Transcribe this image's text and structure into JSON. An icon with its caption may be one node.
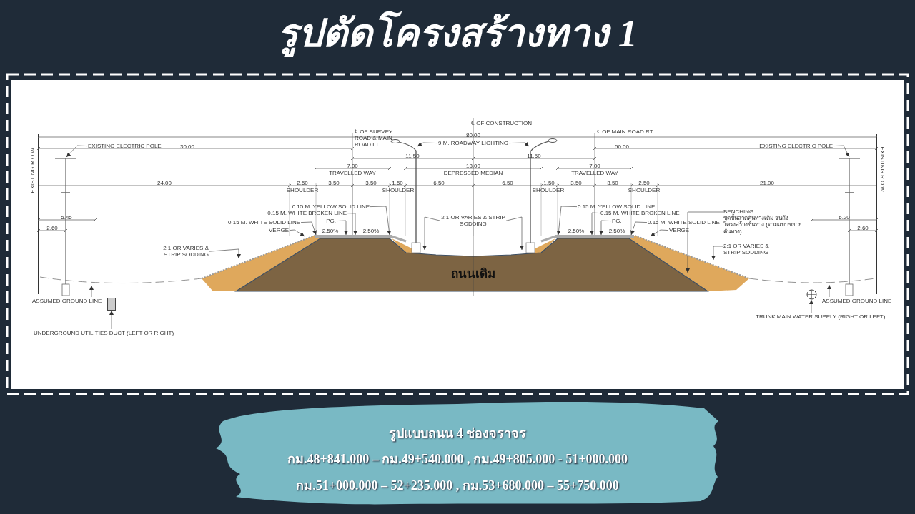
{
  "diagram": {
    "title": "รูปตัดโครงสร้างทาง 1",
    "nodes": [
      {
        "text": [
          "EXISTING ELECTRIC POLE"
        ]
      },
      {
        "text": [
          "9 M. ROADWAY LIGHTING"
        ]
      },
      {
        "text": [
          "EXISTING ELECTRIC POLE"
        ]
      },
      {
        "text": [
          "0.15 M. YELLOW SOLID LINE"
        ]
      },
      {
        "text": [
          "0.15 M. WHITE BROKEN LINE"
        ]
      },
      {
        "text": [
          "PG."
        ]
      },
      {
        "text": [
          "0.15 M. WHITE SOLID LINE"
        ]
      },
      {
        "text": [
          "VERGE"
        ]
      },
      {
        "text": [
          "2:1 OR VARIES & STRIP SODDING"
        ]
      },
      {
        "text": [
          "2:1 OR VARIES & STRIP SODDING"
        ]
      },
      {
        "text": [
          "0.15 M. YELLOW SOLID LINE"
        ]
      },
      {
        "text": [
          "0.15 M. WHITE BROKEN LINE"
        ]
      },
      {
        "text": [
          "PG."
        ]
      },
      {
        "text": [
          "0.15 M. WHITE SOLID LINE"
        ]
      },
      {
        "text": [
          "VERGE"
        ]
      },
      {
        "text": [
          "BENCHING",
          "ขุดขั้นลาดคันทางเดิม จนถึงโครงสร้างชั้นทาง (ตามแบบขยายคันทาง)"
        ]
      },
      {
        "text": [
          "2:1 OR VARIES & STRIP SODDING"
        ]
      },
      {
        "text": [
          "ASSUMED GROUND LINE"
        ]
      },
      {
        "text": [
          "UNDERGROUND UTILITIES DUCT (LEFT OR RIGHT)"
        ]
      },
      {
        "text": [
          "ASSUMED GROUND LINE"
        ]
      },
      {
        "text": [
          "TRUNK MAIN WATER SUPPLY (RIGHT OR LEFT)"
        ]
      },
      {
        "text": [],
        "shape": "picture"
      },
      {
        "text": [],
        "shape": "picture"
      },
      {
        "text": [],
        "shape": "bar",
        "beside": [
          "2.50%",
          "2.50%"
        ]
      },
      {
        "text": [],
        "shape": "bar",
        "beside": [
          "2.50%",
          "2.50%"
        ]
      },
      {
        "text": [],
        "shape": "box"
      },
      {
        "text": [],
        "shape": "circle"
      }
    ],
    "edges": [
      {
        "from": 0,
        "to": null,
        "arrow": "to"
      },
      {
        "from": 1,
        "to": 21,
        "arrow": "to"
      },
      {
        "from": 1,
        "to": 22,
        "arrow": "to"
      },
      {
        "from": 2,
        "to": null,
        "arrow": "to"
      },
      {
        "from": 3,
        "to": 23,
        "arrow": "to"
      },
      {
        "from": 4,
        "to": 23,
        "arrow": "to"
      },
      {
        "from": 5,
        "to": 23,
        "arrow": "to"
      },
      {
        "from": 6,
        "to": 23,
        "arrow": "to"
      },
      {
        "from": 7,
        "to": null,
        "arrow": "to"
      },
      {
        "from": 8,
        "to": null,
        "arrow": "to"
      },
      {
        "from": 9,
        "to": null,
        "arrow": "to"
      },
      {
        "from": 9,
        "to": null,
        "arrow": "to"
      },
      {
        "from": 10,
        "to": 24,
        "arrow": "to"
      },
      {
        "from": 11,
        "to": 24,
        "arrow": "to"
      },
      {
        "from": 12,
        "to": 24,
        "arrow": "to"
      },
      {
        "from": 13,
        "to": 24,
        "arrow": "to"
      },
      {
        "from": 14,
        "to": null,
        "arrow": "to"
      },
      {
        "from": 15,
        "to": null,
        "arrow": "to"
      },
      {
        "from": 16,
        "to": null,
        "arrow": "to"
      },
      {
        "from": 17,
        "to": null,
        "arrow": "to"
      },
      {
        "from": 18,
        "to": 25,
        "arrow": "to"
      },
      {
        "from": 19,
        "to": null,
        "arrow": "to"
      },
      {
        "from": 20,
        "to": 26,
        "arrow": "to"
      }
    ],
    "labels": [
      "EXISTING R.O.W.",
      "EXISTING R.O.W.",
      "℄ OF CONSTRUCTION",
      "℄ OF SURVEY ROAD & MAIN ROAD LT.",
      "80.00",
      "℄ OF MAIN ROAD RT.",
      "30.00",
      "50.00",
      "11.50",
      "11.50",
      "7.00",
      "TRAVELLED WAY",
      "13.00",
      "DEPRESSED MEDIAN",
      "7.00",
      "TRAVELLED WAY",
      "24.00",
      "2.50",
      "SHOULDER",
      "3.50",
      "3.50",
      "1.50",
      "SHOULDER",
      "6.50",
      "6.50",
      "1.50",
      "SHOULDER",
      "3.50",
      "3.50",
      "2.50",
      "SHOULDER",
      "21.00",
      "5.45",
      "2.60",
      "6.20",
      "2.60",
      "ถนนเดิม",
      "รูปแบบถนน 4 ช่องจราจร",
      "กม.48+841.000 – กม.49+540.000 , กม.49+805.000 - 51+000.000",
      "กม.51+000.000 – 52+235.000 , กม.53+680.000 – 55+750.000"
    ]
  }
}
